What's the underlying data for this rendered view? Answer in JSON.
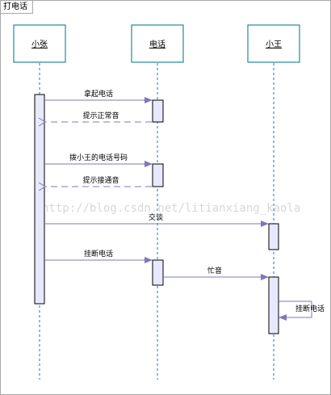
{
  "frame": {
    "title": "打电话"
  },
  "participants": [
    {
      "id": "xiaozhang",
      "name": "小张"
    },
    {
      "id": "phone",
      "name": "电话"
    },
    {
      "id": "xiaowang",
      "name": "小王"
    }
  ],
  "messages": [
    {
      "id": "m1",
      "label": "拿起电话",
      "kind": "sync"
    },
    {
      "id": "m2",
      "label": "提示正常音",
      "kind": "return"
    },
    {
      "id": "m3",
      "label": "拨小王的电话号码",
      "kind": "sync"
    },
    {
      "id": "m4",
      "label": "提示接通音",
      "kind": "return"
    },
    {
      "id": "m5",
      "label": "交谈",
      "kind": "sync"
    },
    {
      "id": "m6",
      "label": "挂断电话",
      "kind": "sync"
    },
    {
      "id": "m7",
      "label": "忙音",
      "kind": "sync"
    },
    {
      "id": "m8",
      "label": "挂断电话",
      "kind": "self"
    }
  ],
  "watermark": "http://blog.csdn.net/litianxiang_kaola",
  "colors": {
    "participant_border": "#1f8a9a",
    "participant_fill": "#ffffff",
    "activation_fill": "#e8e8ff",
    "activation_border": "#000000",
    "lifeline": "#1f6fc4",
    "arrow": "#7d78b8"
  }
}
